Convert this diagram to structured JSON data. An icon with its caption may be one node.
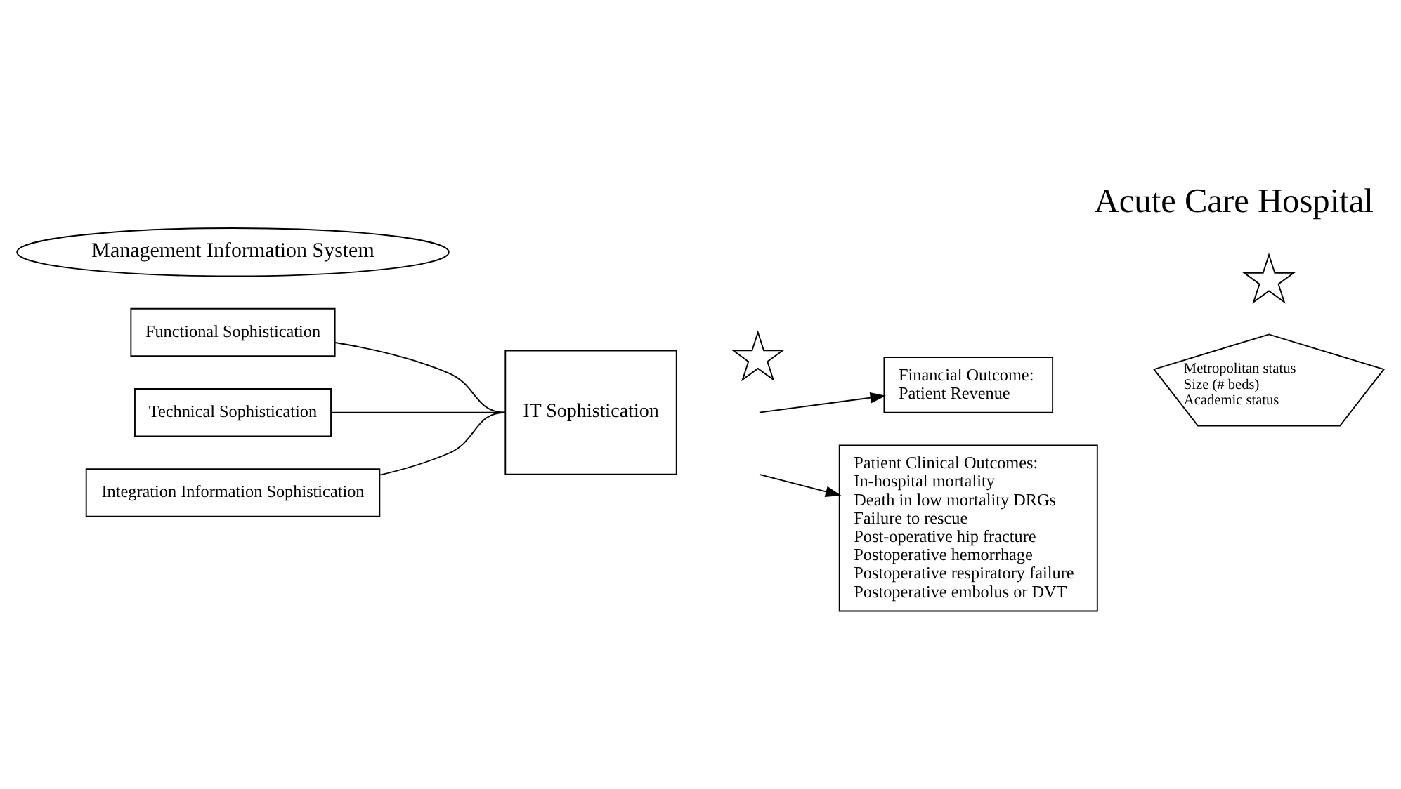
{
  "diagram": {
    "title": "Acute Care Hospital",
    "nodes": [
      {
        "text": [
          "Management Information System"
        ]
      },
      {
        "text": [
          "Functional Sophistication"
        ]
      },
      {
        "text": [
          "Technical Sophistication"
        ]
      },
      {
        "text": [
          "Integration Information Sophistication"
        ]
      },
      {
        "text": [
          "IT Sophistication"
        ]
      },
      {
        "text": [],
        "shape": "star"
      },
      {
        "text": [
          "Financial Outcome:",
          "Patient Revenue"
        ]
      },
      {
        "text": [
          "Patient Clinical Outcomes:",
          "In-hospital mortality",
          "Death in low mortality DRGs",
          "Failure to rescue",
          "Post-operative hip fracture",
          "Postoperative hemorrhage",
          "Postoperative respiratory failure",
          "Postoperative embolus or DVT"
        ]
      },
      {
        "text": [],
        "shape": "star"
      },
      {
        "text": [
          "Metropolitan status",
          "Size (# beds)",
          "Academic status"
        ]
      }
    ],
    "edges": [
      {
        "from": 1,
        "to": 4,
        "arrow": "none"
      },
      {
        "from": 2,
        "to": 4,
        "arrow": "none"
      },
      {
        "from": 3,
        "to": 4,
        "arrow": "none"
      },
      {
        "from": null,
        "to": 6,
        "arrow": "to"
      },
      {
        "from": null,
        "to": 7,
        "arrow": "to"
      }
    ]
  }
}
